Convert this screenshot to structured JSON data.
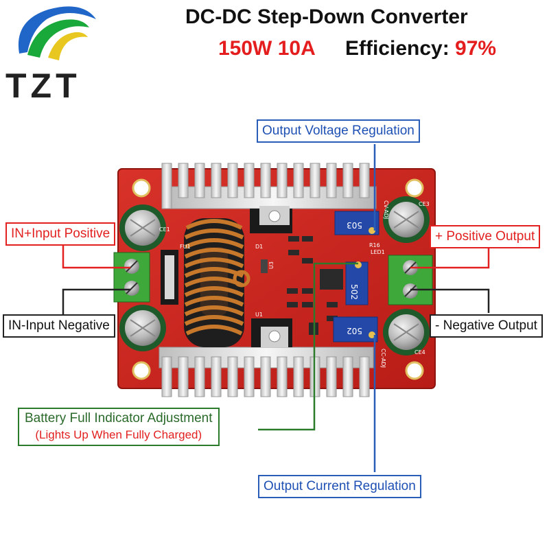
{
  "header": {
    "title": "DC-DC Step-Down Converter",
    "power_rating": "150W 10A",
    "efficiency_label": "Efficiency:",
    "efficiency_value": "97%"
  },
  "logo": {
    "text": "TZT"
  },
  "callouts": {
    "output_voltage": "Output Voltage Regulation",
    "input_positive": "IN+Input Positive",
    "positive_output": "+ Positive Output",
    "input_negative": "IN-Input Negative",
    "negative_output": "- Negative Output",
    "battery_indicator": "Battery Full Indicator Adjustment",
    "battery_indicator_note": "(Lights Up When Fully Charged)",
    "output_current": "Output Current Regulation"
  },
  "board_silkscreen": {
    "pot_top": "503",
    "pot_mid": "502",
    "pot_bottom": "502",
    "cv_adj": "CV-ADJ",
    "cc_adj": "CC-ADJ",
    "led1": "LED1",
    "r16": "R16",
    "d1": "D1",
    "u1": "U1",
    "u3": "U3",
    "ce1": "CE1",
    "ce3": "CE3",
    "ce4": "CE4",
    "fu1": "FU1"
  },
  "colors": {
    "pcb_red": "#c8261e",
    "heatsink": "#e4e4e4",
    "label_blue": "#1e50b4",
    "label_red": "#e22020",
    "label_green": "#2c7a2c"
  }
}
